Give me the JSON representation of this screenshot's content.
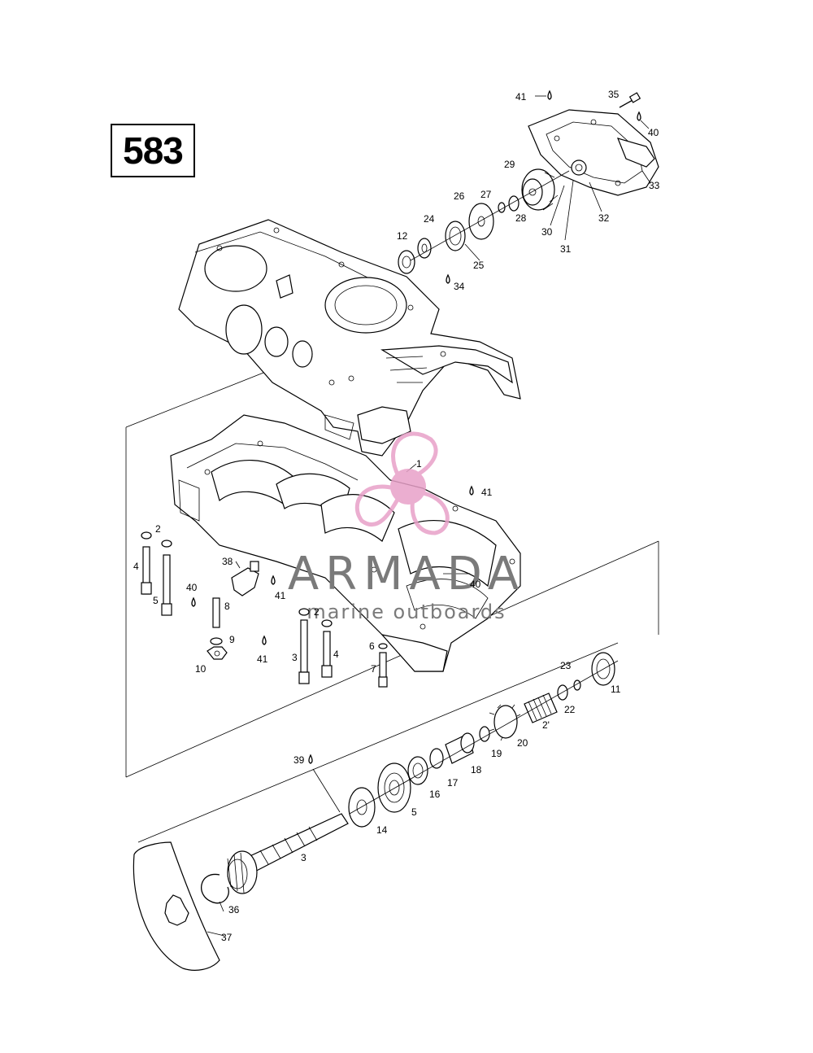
{
  "diagram": {
    "model_number": "583",
    "watermark": {
      "brand": "ARMADA",
      "tagline": "marine outboards",
      "logo_color": "#e8a0c8",
      "text_color": "#7a7a7a"
    },
    "callouts": [
      {
        "id": "c41a",
        "text": "41"
      },
      {
        "id": "c35",
        "text": "35"
      },
      {
        "id": "c40a",
        "text": "40"
      },
      {
        "id": "c33",
        "text": "33"
      },
      {
        "id": "c29",
        "text": "29"
      },
      {
        "id": "c32",
        "text": "32"
      },
      {
        "id": "c30",
        "text": "30"
      },
      {
        "id": "c31",
        "text": "31"
      },
      {
        "id": "c26",
        "text": "26"
      },
      {
        "id": "c27",
        "text": "27"
      },
      {
        "id": "c28",
        "text": "28"
      },
      {
        "id": "c24",
        "text": "24"
      },
      {
        "id": "c12",
        "text": "12"
      },
      {
        "id": "c25",
        "text": "25"
      },
      {
        "id": "c34",
        "text": "34"
      },
      {
        "id": "c1",
        "text": "1"
      },
      {
        "id": "c41b",
        "text": "41"
      },
      {
        "id": "c2a",
        "text": "2"
      },
      {
        "id": "c4a",
        "text": "4"
      },
      {
        "id": "c5a",
        "text": "5"
      },
      {
        "id": "c38",
        "text": "38"
      },
      {
        "id": "c40b",
        "text": "40"
      },
      {
        "id": "c8",
        "text": "8"
      },
      {
        "id": "c41c",
        "text": "41"
      },
      {
        "id": "c9",
        "text": "9"
      },
      {
        "id": "c10",
        "text": "10"
      },
      {
        "id": "c2b",
        "text": "2"
      },
      {
        "id": "c41d",
        "text": "41"
      },
      {
        "id": "c3a",
        "text": "3"
      },
      {
        "id": "c4b",
        "text": "4"
      },
      {
        "id": "c40c",
        "text": "40"
      },
      {
        "id": "c6",
        "text": "6"
      },
      {
        "id": "c7",
        "text": "7"
      },
      {
        "id": "c23",
        "text": "23"
      },
      {
        "id": "c11",
        "text": "11"
      },
      {
        "id": "c22",
        "text": "22"
      },
      {
        "id": "c21",
        "text": "2'"
      },
      {
        "id": "c20",
        "text": "20"
      },
      {
        "id": "c19",
        "text": "19"
      },
      {
        "id": "c18",
        "text": "18"
      },
      {
        "id": "c17",
        "text": "17"
      },
      {
        "id": "c16",
        "text": "16"
      },
      {
        "id": "c15",
        "text": "5"
      },
      {
        "id": "c14",
        "text": "14"
      },
      {
        "id": "c39",
        "text": "39"
      },
      {
        "id": "c13",
        "text": "3"
      },
      {
        "id": "c36",
        "text": "36"
      },
      {
        "id": "c37",
        "text": "37"
      }
    ]
  }
}
